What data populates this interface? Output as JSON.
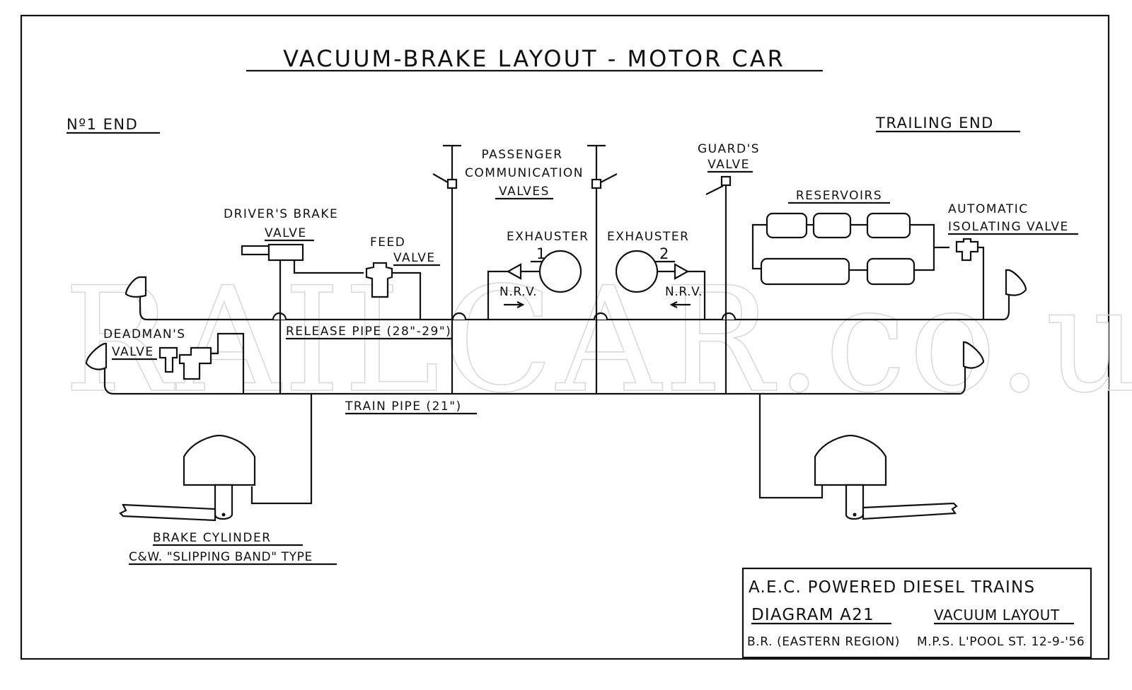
{
  "title": "VACUUM-BRAKE LAYOUT - MOTOR CAR",
  "ends": {
    "left": "Nº1 END",
    "right": "TRAILING END"
  },
  "labels": {
    "drivers_brake_valve": [
      "DRIVER'S BRAKE",
      "VALVE"
    ],
    "feed_valve": [
      "FEED",
      "VALVE"
    ],
    "passenger_communication_valves": [
      "PASSENGER",
      "COMMUNICATION",
      "VALVES"
    ],
    "guards_valve": [
      "GUARD'S",
      "VALVE"
    ],
    "reservoirs": "RESERVOIRS",
    "automatic_isolating_valve": [
      "AUTOMATIC",
      "ISOLATING VALVE"
    ],
    "exhauster_1": [
      "EXHAUSTER",
      "1"
    ],
    "exhauster_2": [
      "EXHAUSTER",
      "2"
    ],
    "nrv": "N.R.V.",
    "deadmans_valve": [
      "DEADMAN'S",
      "VALVE"
    ],
    "release_pipe": "RELEASE PIPE (28\"-29\")",
    "train_pipe": "TRAIN PIPE (21\")",
    "brake_cylinder": [
      "BRAKE CYLINDER",
      "C&W. \"SLIPPING BAND\" TYPE"
    ]
  },
  "title_block": {
    "line1": "A.E.C. POWERED DIESEL TRAINS",
    "diagram": "DIAGRAM A21",
    "layout": "VACUUM LAYOUT",
    "region": "B.R. (EASTERN REGION)",
    "ref": "M.P.S. L'POOL ST. 12-9-'56"
  },
  "watermark": "RAILCAR.co.uk"
}
